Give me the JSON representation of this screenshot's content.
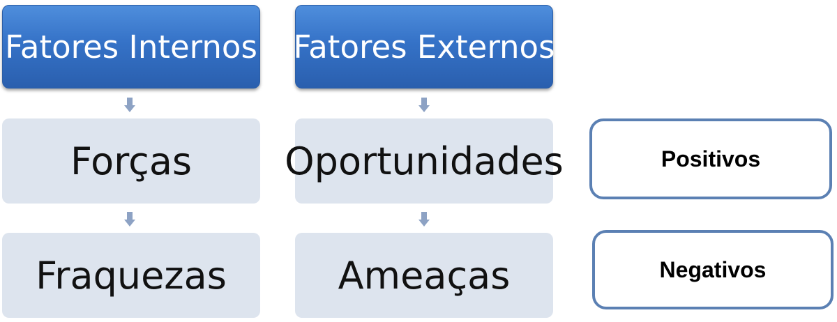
{
  "columns": [
    {
      "header": "Fatores Internos",
      "top": "Forças",
      "bottom": "Fraquezas"
    },
    {
      "header": "Fatores Externos",
      "top": "Oportunidades",
      "bottom": "Ameaças"
    }
  ],
  "labels": {
    "positive": "Positivos",
    "negative": "Negativos"
  },
  "colors": {
    "header_blue": "#3572c7",
    "cell_gray": "#dde4ee",
    "tag_border": "#5b80b3",
    "arrow": "#8da2c4"
  }
}
